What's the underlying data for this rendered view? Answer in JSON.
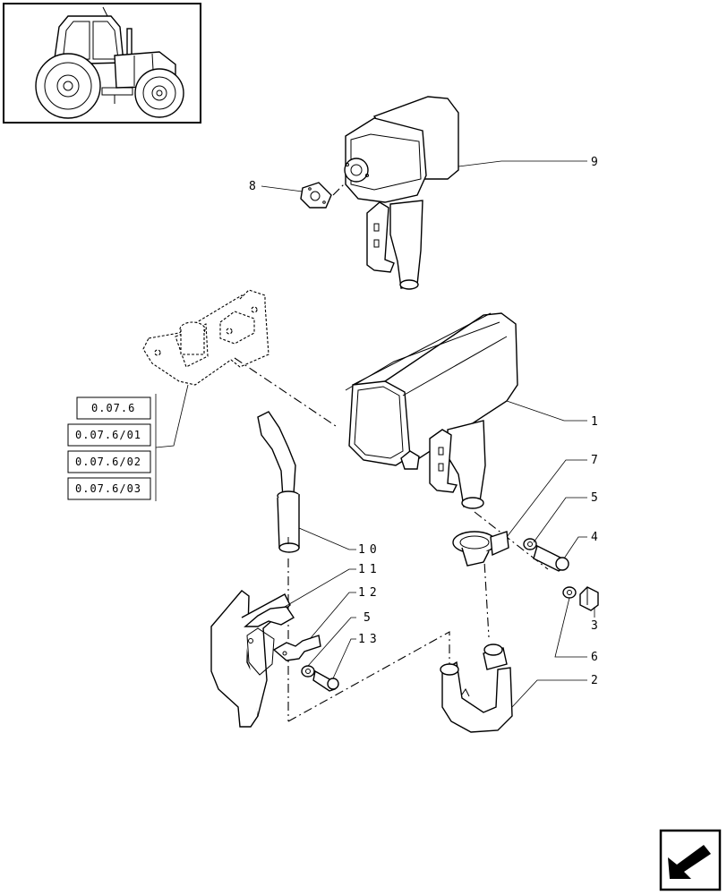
{
  "callouts": {
    "c1": "1",
    "c2": "2",
    "c3": "3",
    "c4": "4",
    "c5a": "5",
    "c5b": "5",
    "c6": "6",
    "c7": "7",
    "c8": "8",
    "c9": "9",
    "c10": "10",
    "c11": "11",
    "c12": "12",
    "c13": "13"
  },
  "reference_boxes": [
    "0.07.6",
    "0.07.6/01",
    "0.07.6/02",
    "0.07.6/03"
  ],
  "icons": {
    "thumbnail": "tractor-thumbnail-icon",
    "nav": "next-page-arrow-icon"
  }
}
